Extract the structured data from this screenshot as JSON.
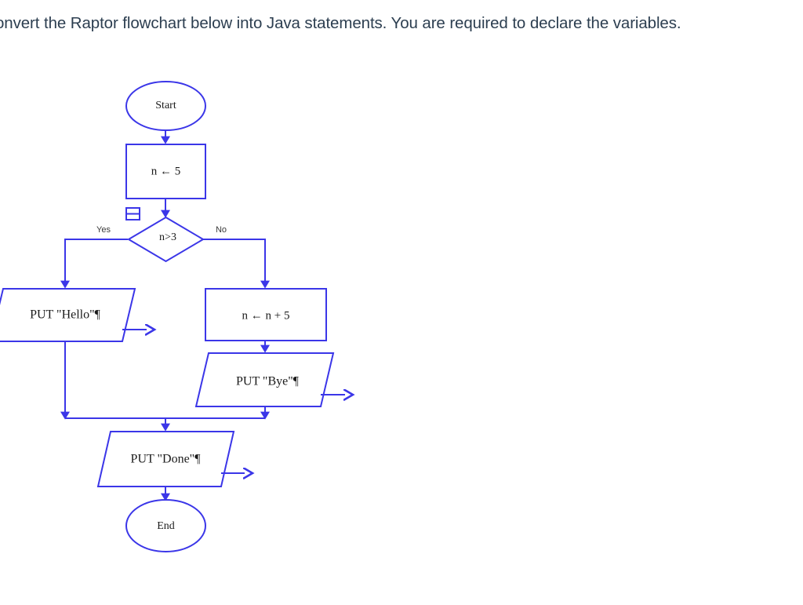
{
  "page": {
    "background_color": "#ffffff",
    "question_text": "onvert the Raptor flowchart below into Java statements. You are required to declare the variables."
  },
  "flowchart": {
    "title": "Raptor flowchart",
    "stroke_color": "#3b36e8",
    "text_color": "#1a1a1a",
    "nodes": {
      "start": {
        "label": "Start",
        "shape": "ellipse"
      },
      "assign_n": {
        "label": "n ← 5",
        "shape": "rectangle"
      },
      "decision": {
        "label": "n>3",
        "shape": "diamond"
      },
      "put_hello": {
        "label": "PUT \"Hello\"¶",
        "shape": "parallelogram"
      },
      "assign_n_plus": {
        "label": "n ← n + 5",
        "shape": "rectangle"
      },
      "put_bye": {
        "label": "PUT \"Bye\"¶",
        "shape": "parallelogram"
      },
      "put_done": {
        "label": "PUT \"Done\"¶",
        "shape": "parallelogram"
      },
      "end": {
        "label": "End",
        "shape": "ellipse"
      }
    },
    "branch_labels": {
      "yes": "Yes",
      "no": "No"
    },
    "selection_handle": {
      "name": "collapse-box-icon"
    }
  }
}
